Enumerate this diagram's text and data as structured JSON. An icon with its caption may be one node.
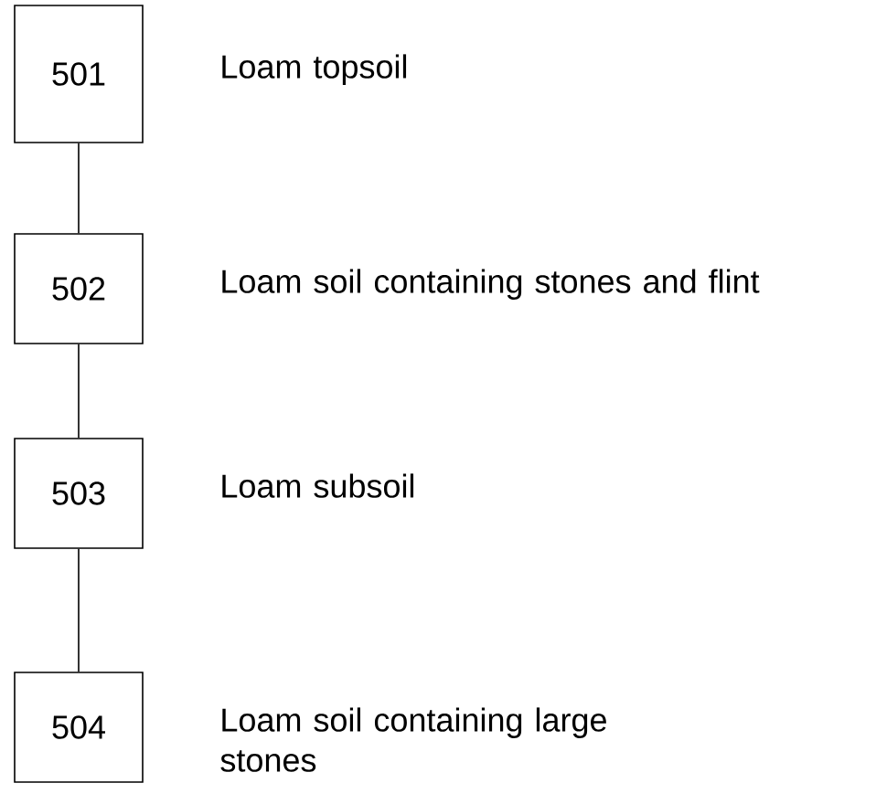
{
  "diagram": {
    "nodes": [
      {
        "text": [
          "501"
        ],
        "beside": [
          "Loam topsoil"
        ]
      },
      {
        "text": [
          "502"
        ],
        "beside": [
          "Loam soil containing stones and flint"
        ]
      },
      {
        "text": [
          "503"
        ],
        "beside": [
          "Loam subsoil"
        ]
      },
      {
        "text": [
          "504"
        ],
        "beside": [
          "Loam soil containing large stones"
        ]
      }
    ],
    "edges": [
      {
        "from": 0,
        "to": 1,
        "arrow": "none"
      },
      {
        "from": 1,
        "to": 2,
        "arrow": "none"
      },
      {
        "from": 2,
        "to": 3,
        "arrow": "none"
      }
    ]
  }
}
